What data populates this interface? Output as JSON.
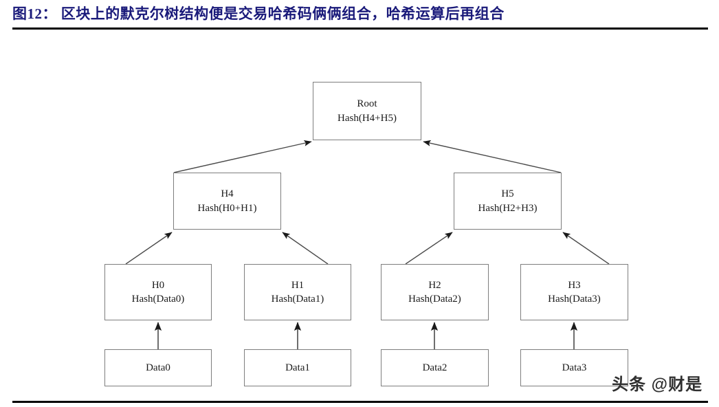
{
  "header": {
    "title": "图12： 区块上的默克尔树结构便是交易哈希码俩俩组合，哈希运算后再组合",
    "title_color": "#1a1a7a",
    "rule_color": "#000000"
  },
  "diagram": {
    "type": "tree",
    "border_color": "#7d7d7d",
    "edge_color": "#4a4a4a",
    "nodes": {
      "root": {
        "line1": "Root",
        "line2": "Hash(H4+H5)"
      },
      "h4": {
        "line1": "H4",
        "line2": "Hash(H0+H1)"
      },
      "h5": {
        "line1": "H5",
        "line2": "Hash(H2+H3)"
      },
      "h0": {
        "line1": "H0",
        "line2": "Hash(Data0)"
      },
      "h1": {
        "line1": "H1",
        "line2": "Hash(Data1)"
      },
      "h2": {
        "line1": "H2",
        "line2": "Hash(Data2)"
      },
      "h3": {
        "line1": "H3",
        "line2": "Hash(Data3)"
      },
      "data0": {
        "line1": "Data0"
      },
      "data1": {
        "line1": "Data1"
      },
      "data2": {
        "line1": "Data2"
      },
      "data3": {
        "line1": "Data3"
      }
    },
    "edges": [
      {
        "from": "h4",
        "to": "root"
      },
      {
        "from": "h5",
        "to": "root"
      },
      {
        "from": "h0",
        "to": "h4"
      },
      {
        "from": "h1",
        "to": "h4"
      },
      {
        "from": "h2",
        "to": "h5"
      },
      {
        "from": "h3",
        "to": "h5"
      },
      {
        "from": "data0",
        "to": "h0"
      },
      {
        "from": "data1",
        "to": "h1"
      },
      {
        "from": "data2",
        "to": "h2"
      },
      {
        "from": "data3",
        "to": "h3"
      }
    ]
  },
  "watermark": {
    "text": "头条 @财是"
  }
}
